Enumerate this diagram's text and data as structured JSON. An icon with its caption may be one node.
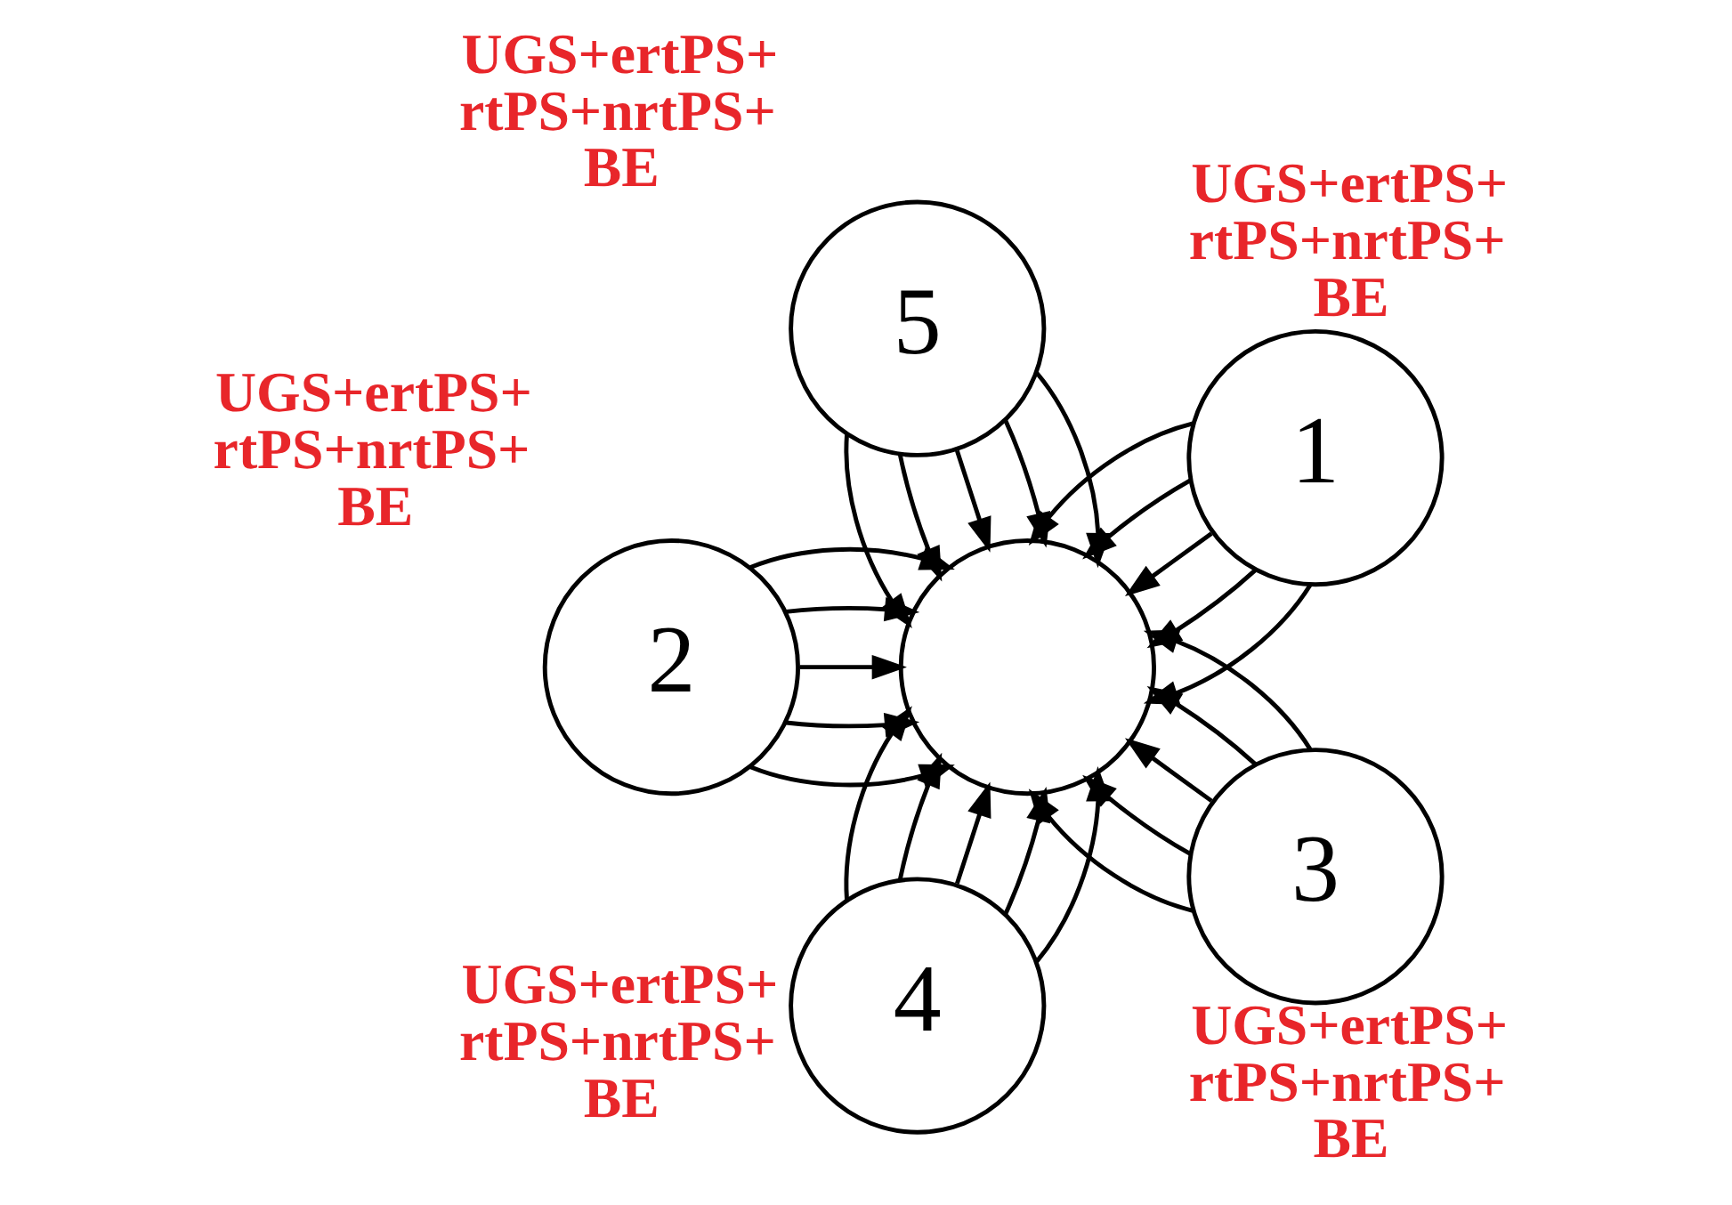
{
  "diagram": {
    "nodes": [
      {
        "text": [
          "1"
        ],
        "beside": [
          "UGS+ertPS+ rtPS+nrtPS+ BE"
        ]
      },
      {
        "text": [
          "5"
        ],
        "beside": [
          "UGS+ertPS+ rtPS+nrtPS+ BE"
        ]
      },
      {
        "text": [
          "2"
        ],
        "beside": [
          "UGS+ertPS+ rtPS+nrtPS+ BE"
        ]
      },
      {
        "text": [],
        "shape": "circle"
      },
      {
        "text": [
          "4"
        ],
        "beside": [
          "UGS+ertPS+ rtPS+nrtPS+ BE"
        ]
      },
      {
        "text": [
          "3"
        ],
        "beside": [
          "UGS+ertPS+ rtPS+nrtPS+ BE"
        ]
      }
    ],
    "edges": [
      {
        "from": 0,
        "to": 3,
        "arrow": "to"
      },
      {
        "from": 0,
        "to": 3,
        "arrow": "to"
      },
      {
        "from": 0,
        "to": 3,
        "arrow": "to"
      },
      {
        "from": 0,
        "to": 3,
        "arrow": "to"
      },
      {
        "from": 0,
        "to": 3,
        "arrow": "to"
      },
      {
        "from": 2,
        "to": 3,
        "arrow": "to"
      },
      {
        "from": 2,
        "to": 3,
        "arrow": "to"
      },
      {
        "from": 2,
        "to": 3,
        "arrow": "to"
      },
      {
        "from": 2,
        "to": 3,
        "arrow": "to"
      },
      {
        "from": 2,
        "to": 3,
        "arrow": "to"
      },
      {
        "from": 5,
        "to": 3,
        "arrow": "to"
      },
      {
        "from": 5,
        "to": 3,
        "arrow": "to"
      },
      {
        "from": 5,
        "to": 3,
        "arrow": "to"
      },
      {
        "from": 5,
        "to": 3,
        "arrow": "to"
      },
      {
        "from": 5,
        "to": 3,
        "arrow": "to"
      },
      {
        "from": 4,
        "to": 3,
        "arrow": "to"
      },
      {
        "from": 4,
        "to": 3,
        "arrow": "to"
      },
      {
        "from": 4,
        "to": 3,
        "arrow": "to"
      },
      {
        "from": 4,
        "to": 3,
        "arrow": "to"
      },
      {
        "from": 4,
        "to": 3,
        "arrow": "to"
      },
      {
        "from": 1,
        "to": 3,
        "arrow": "to"
      },
      {
        "from": 1,
        "to": 3,
        "arrow": "to"
      },
      {
        "from": 1,
        "to": 3,
        "arrow": "to"
      },
      {
        "from": 1,
        "to": 3,
        "arrow": "to"
      },
      {
        "from": 1,
        "to": 3,
        "arrow": "to"
      }
    ]
  }
}
